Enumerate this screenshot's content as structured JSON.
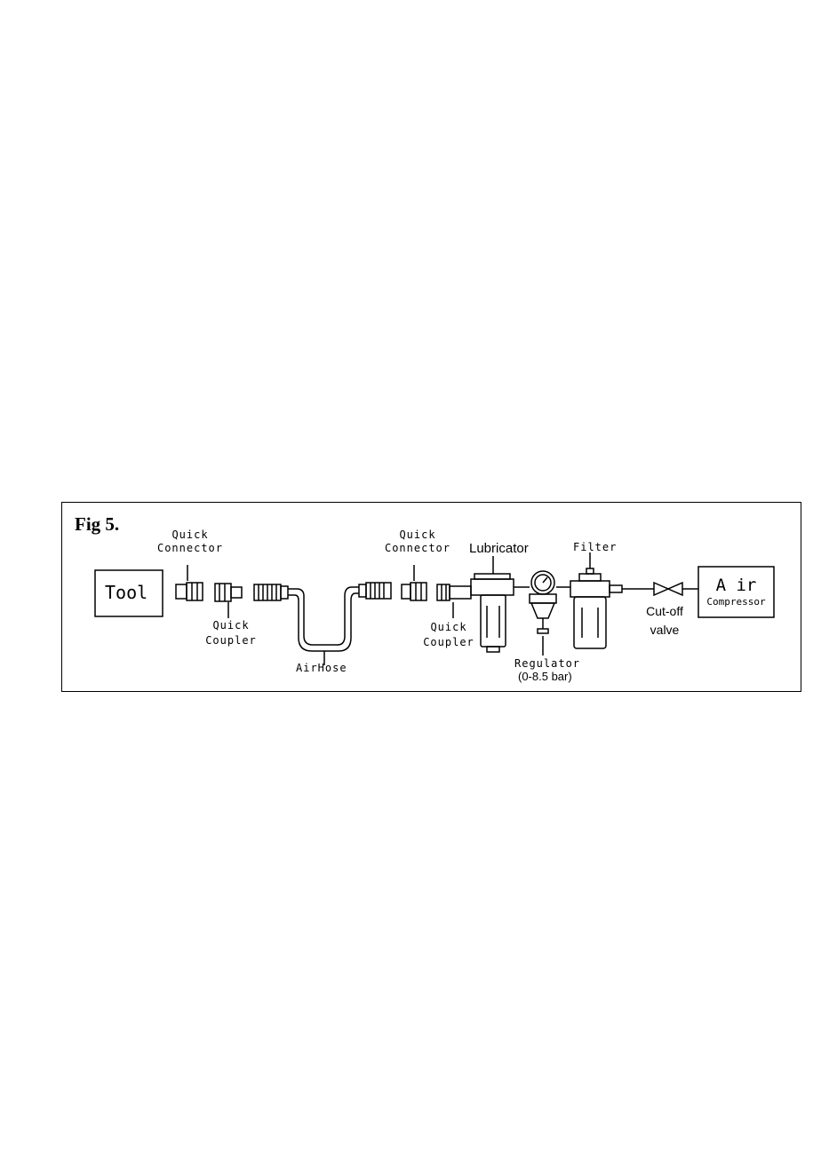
{
  "figure": {
    "title": "Fig 5.",
    "tool_label": "Tool",
    "quick_connector_1": [
      "Quick",
      "Connector"
    ],
    "quick_coupler_1": [
      "Quick",
      "Coupler"
    ],
    "air_hose_label": "AirHose",
    "quick_connector_2": [
      "Quick",
      "Connector"
    ],
    "quick_coupler_2": [
      "Quick",
      "Coupler"
    ],
    "lubricator_label": "Lubricator",
    "regulator_label": "Regulator",
    "regulator_range": "(0-8.5 bar)",
    "filter_label": "Filter",
    "cutoff_valve": [
      "Cut-off",
      "valve"
    ],
    "air_compressor": [
      "A ir",
      "Compressor"
    ]
  },
  "colors": {
    "line": "#000000",
    "background": "#ffffff"
  }
}
